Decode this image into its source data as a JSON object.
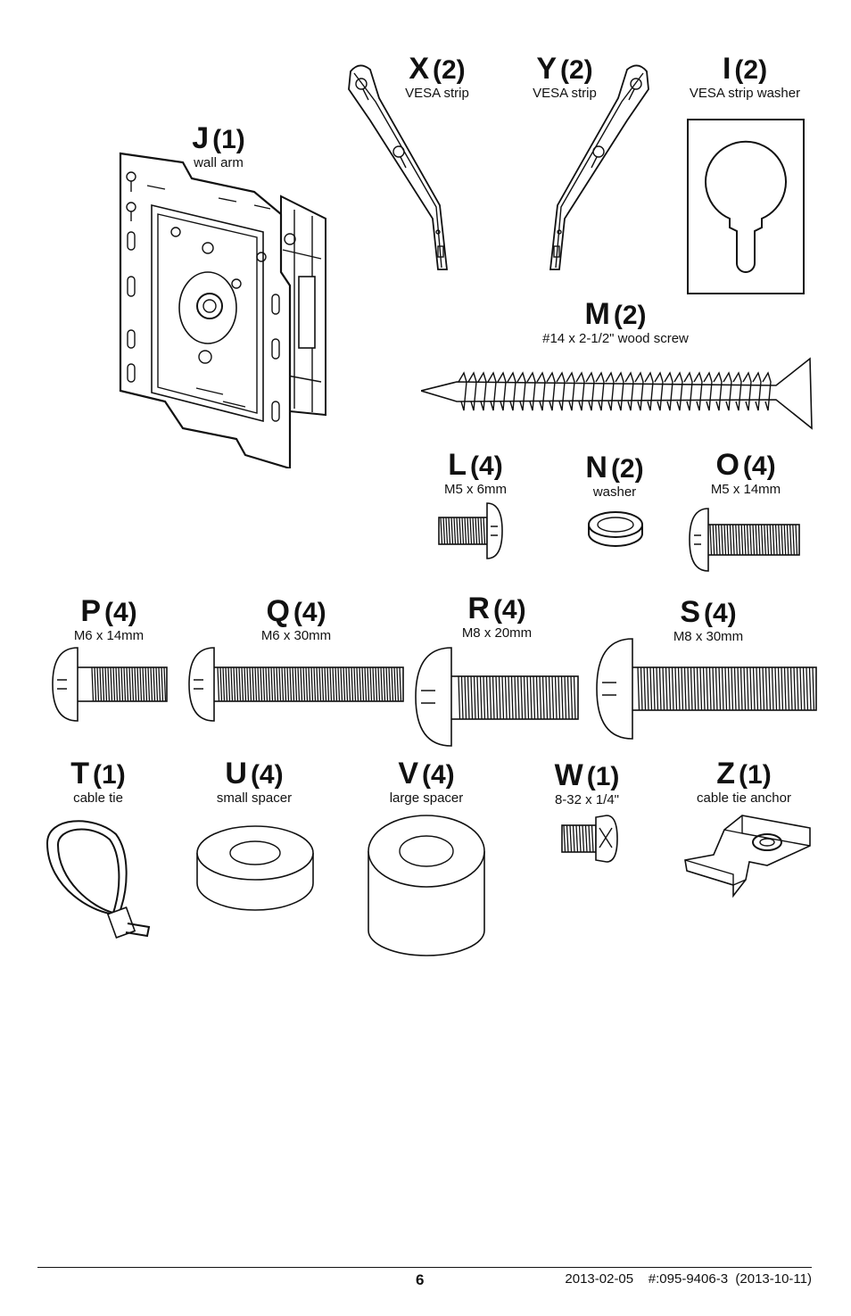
{
  "parts": [
    {
      "letter": "J",
      "qty": "(1)",
      "desc": "wall arm"
    },
    {
      "letter": "X",
      "qty": "(2)",
      "desc": "VESA strip"
    },
    {
      "letter": "Y",
      "qty": "(2)",
      "desc": "VESA strip"
    },
    {
      "letter": "I",
      "qty": "(2)",
      "desc": "VESA strip washer"
    },
    {
      "letter": "M",
      "qty": "(2)",
      "desc": "#14 x 2-1/2\" wood screw"
    },
    {
      "letter": "L",
      "qty": "(4)",
      "desc": "M5 x 6mm"
    },
    {
      "letter": "N",
      "qty": "(2)",
      "desc": "washer"
    },
    {
      "letter": "O",
      "qty": "(4)",
      "desc": "M5 x 14mm"
    },
    {
      "letter": "P",
      "qty": "(4)",
      "desc": "M6 x 14mm"
    },
    {
      "letter": "Q",
      "qty": "(4)",
      "desc": "M6 x 30mm"
    },
    {
      "letter": "R",
      "qty": "(4)",
      "desc": "M8 x 20mm"
    },
    {
      "letter": "S",
      "qty": "(4)",
      "desc": "M8 x 30mm"
    },
    {
      "letter": "T",
      "qty": "(1)",
      "desc": "cable tie"
    },
    {
      "letter": "U",
      "qty": "(4)",
      "desc": "small spacer"
    },
    {
      "letter": "V",
      "qty": "(4)",
      "desc": "large spacer"
    },
    {
      "letter": "W",
      "qty": "(1)",
      "desc": "8-32 x 1/4\""
    },
    {
      "letter": "Z",
      "qty": "(1)",
      "desc": "cable tie anchor"
    }
  ],
  "footer": {
    "page_number": "6",
    "date": "2013-02-05",
    "doc_id": "#:095-9406-3",
    "rev": "(2013-10-11)"
  }
}
